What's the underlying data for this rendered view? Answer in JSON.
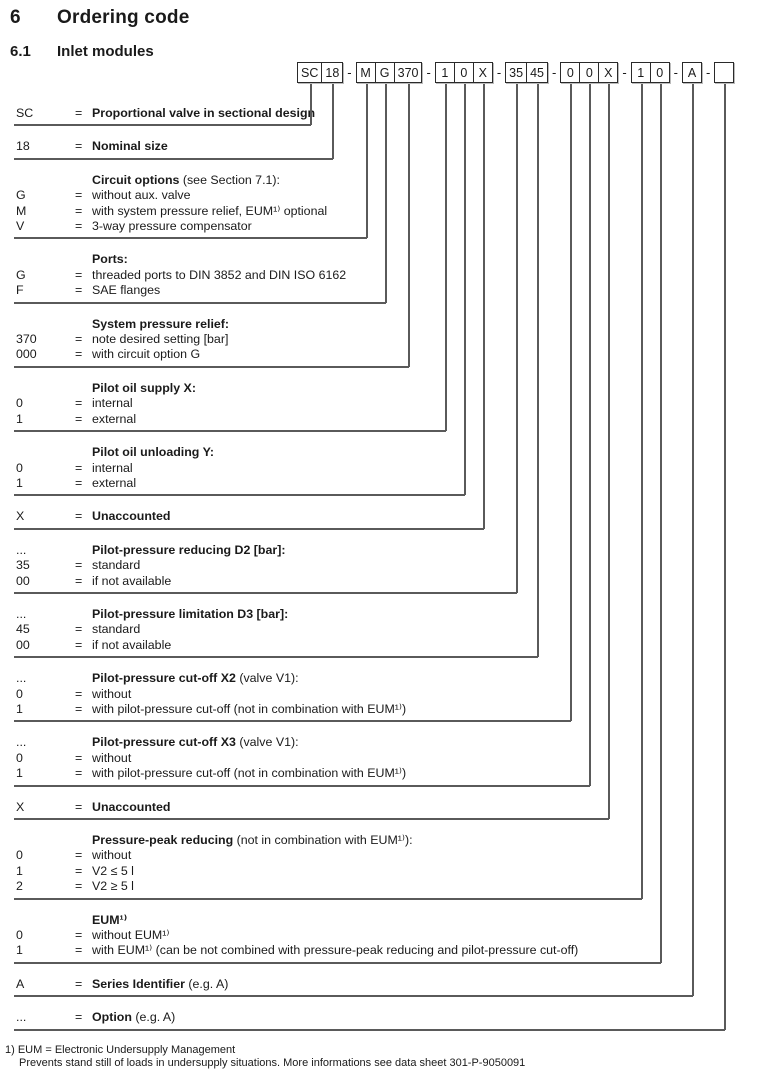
{
  "page": {
    "section_number": "6",
    "section_title": "Ordering code",
    "subsection_number": "6.1",
    "subsection_title": "Inlet modules"
  },
  "symbols": {
    "eq": "=",
    "dash": "-"
  },
  "code": {
    "boxes": [
      "SC",
      "18",
      "M",
      "G",
      "370",
      "1",
      "0",
      "X",
      "35",
      "45",
      "0",
      "0",
      "X",
      "1",
      "0",
      "A",
      ""
    ]
  },
  "groups": [
    {
      "rows": [
        {
          "code": "SC",
          "b": "Proportional valve in sectional design",
          "r": ""
        }
      ]
    },
    {
      "rows": [
        {
          "code": "18",
          "b": "Nominal size",
          "r": ""
        }
      ]
    },
    {
      "header": {
        "code": "",
        "b": "Circuit options",
        "r": " (see Section 7.1):"
      },
      "rows": [
        {
          "code": "G",
          "b": "",
          "r": "without aux. valve"
        },
        {
          "code": "M",
          "b": "",
          "r": "with system pressure relief, EUM¹⁾ optional"
        },
        {
          "code": "V",
          "b": "",
          "r": "3-way pressure compensator"
        }
      ]
    },
    {
      "header": {
        "code": "",
        "b": "Ports:",
        "r": ""
      },
      "rows": [
        {
          "code": "G",
          "b": "",
          "r": "threaded ports to DIN 3852 and DIN ISO 6162"
        },
        {
          "code": "F",
          "b": "",
          "r": "SAE flanges"
        }
      ]
    },
    {
      "header": {
        "code": "",
        "b": "System pressure relief:",
        "r": ""
      },
      "rows": [
        {
          "code": "370",
          "b": "",
          "r": "note desired setting [bar]"
        },
        {
          "code": "000",
          "b": "",
          "r": "with circuit option G"
        }
      ]
    },
    {
      "header": {
        "code": "",
        "b": "Pilot oil supply X:",
        "r": ""
      },
      "rows": [
        {
          "code": "0",
          "b": "",
          "r": "internal"
        },
        {
          "code": "1",
          "b": "",
          "r": "external"
        }
      ]
    },
    {
      "header": {
        "code": "",
        "b": "Pilot oil unloading Y:",
        "r": ""
      },
      "rows": [
        {
          "code": "0",
          "b": "",
          "r": "internal"
        },
        {
          "code": "1",
          "b": "",
          "r": "external"
        }
      ]
    },
    {
      "rows": [
        {
          "code": "X",
          "b": "Unaccounted",
          "r": ""
        }
      ]
    },
    {
      "header": {
        "code": "...",
        "b": "Pilot-pressure reducing D2 [bar]:",
        "r": ""
      },
      "rows": [
        {
          "code": "35",
          "b": "",
          "r": "standard"
        },
        {
          "code": "00",
          "b": "",
          "r": "if not available"
        }
      ]
    },
    {
      "header": {
        "code": "...",
        "b": "Pilot-pressure limitation D3 [bar]:",
        "r": ""
      },
      "rows": [
        {
          "code": "45",
          "b": "",
          "r": "standard"
        },
        {
          "code": "00",
          "b": "",
          "r": "if not available"
        }
      ]
    },
    {
      "header": {
        "code": "...",
        "b": "Pilot-pressure cut-off X2",
        "r": " (valve V1):"
      },
      "rows": [
        {
          "code": "0",
          "b": "",
          "r": "without"
        },
        {
          "code": "1",
          "b": "",
          "r": "with pilot-pressure cut-off (not in combination with EUM¹⁾)"
        }
      ]
    },
    {
      "header": {
        "code": "...",
        "b": "Pilot-pressure cut-off X3",
        "r": " (valve V1):"
      },
      "rows": [
        {
          "code": "0",
          "b": "",
          "r": "without"
        },
        {
          "code": "1",
          "b": "",
          "r": "with pilot-pressure cut-off (not in combination with EUM¹⁾)"
        }
      ]
    },
    {
      "rows": [
        {
          "code": "X",
          "b": "Unaccounted",
          "r": ""
        }
      ]
    },
    {
      "header": {
        "code": "",
        "b": "Pressure-peak reducing",
        "r": " (not in combination with EUM¹⁾):"
      },
      "rows": [
        {
          "code": "0",
          "b": "",
          "r": "without"
        },
        {
          "code": "1",
          "b": "",
          "r": "V2 ≤ 5 l"
        },
        {
          "code": "2",
          "b": "",
          "r": "V2 ≥ 5 l"
        }
      ]
    },
    {
      "header": {
        "code": "",
        "b": "EUM¹⁾",
        "r": ""
      },
      "rows": [
        {
          "code": "0",
          "b": "",
          "r": "without EUM¹⁾"
        },
        {
          "code": "1",
          "b": "",
          "r": "with EUM¹⁾ (can be not combined with pressure-peak reducing and pilot-pressure cut-off)"
        }
      ]
    },
    {
      "rows": [
        {
          "code": "A",
          "b": "Series Identifier",
          "r": " (e.g. A)"
        }
      ]
    },
    {
      "rows": [
        {
          "code": "...",
          "b": "Option",
          "r": " (e.g. A)"
        }
      ]
    }
  ],
  "footnote": {
    "line1": "1) EUM = Electronic Undersupply Management",
    "line2": "Prevents stand still of loads in undersupply situations. More informations see data sheet 301-P-9050091"
  }
}
